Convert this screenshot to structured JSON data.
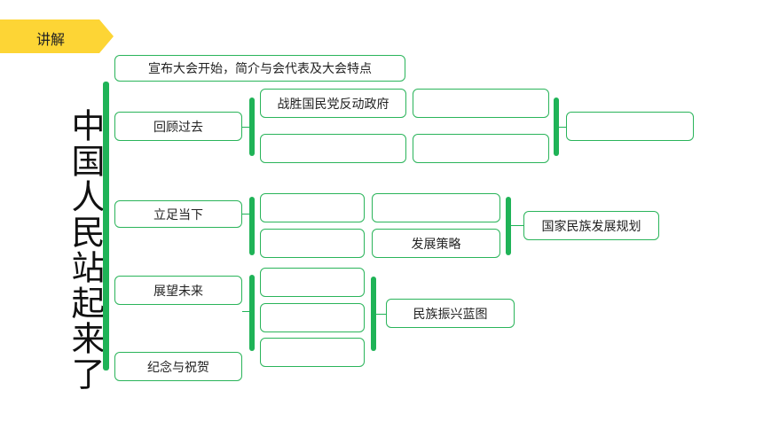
{
  "tag_label": "讲解",
  "title": "中国人民站起来了",
  "header_box": "宣布大会开始，简介与会代表及大会特点",
  "sections": {
    "past": {
      "label": "回顾过去",
      "victory": "战胜国民党反动政府"
    },
    "present": {
      "label": "立足当下",
      "strategy": "发展策略",
      "plan": "国家民族发展规划"
    },
    "future": {
      "label": "展望未来",
      "blueprint": "民族振兴蓝图"
    },
    "commemorate": {
      "label": "纪念与祝贺"
    }
  },
  "colors": {
    "accent_green": "#1fb357",
    "tag_yellow": "#fdd535"
  }
}
